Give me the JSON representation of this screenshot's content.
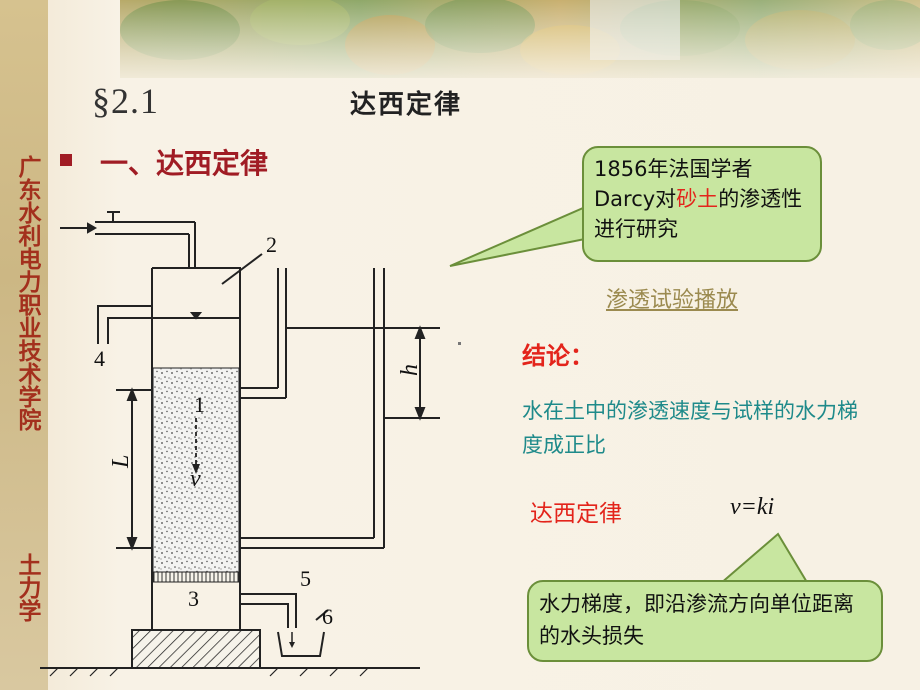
{
  "sidebar": {
    "org": "广东水利电力职业技术学院",
    "course": "土力学"
  },
  "header": {
    "section": "§2.1",
    "title": "达西定律"
  },
  "heading": "一、达西定律",
  "callout_top": {
    "pre": "1856年法国学者Darcy对",
    "highlight": "砂土",
    "post": "的渗透性进行研究"
  },
  "link": "渗透试验播放",
  "conclusion": {
    "label": "结论：",
    "text": "水在土中的渗透速度与试样的水力梯度成正比"
  },
  "law": {
    "label": "达西定律",
    "formula": "v=ki"
  },
  "callout_bottom": "水力梯度，即沿渗流方向单位距离的水头损失",
  "diagram": {
    "labels": {
      "n1": "1",
      "n2": "2",
      "n3": "3",
      "n4": "4",
      "n5": "5",
      "n6": "6",
      "h": "h",
      "L": "L",
      "v": "v"
    }
  },
  "colors": {
    "accent_red": "#e3241b",
    "teal": "#1e8a8a",
    "callout_fill": "#c8e6a0",
    "sidebar_text": "#a3301d"
  }
}
